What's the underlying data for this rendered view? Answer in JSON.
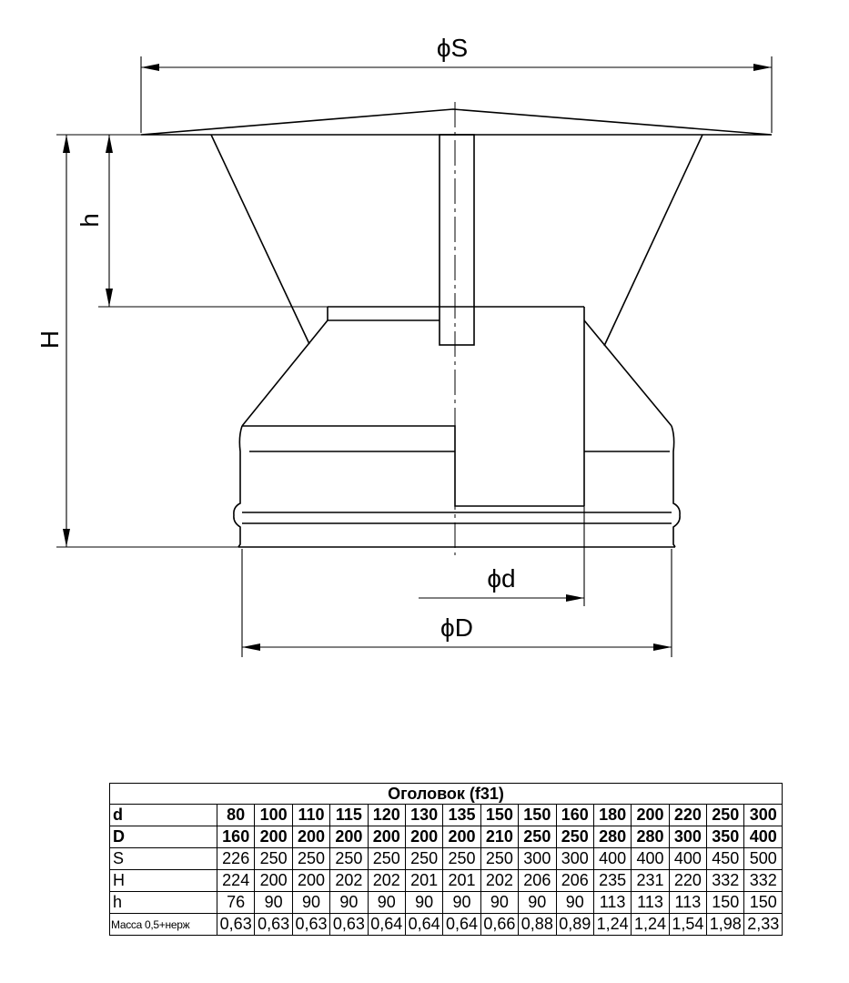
{
  "drawing": {
    "dim_S": "ϕS",
    "dim_H": "H",
    "dim_h": "h",
    "dim_d": "ϕd",
    "dim_D": "ϕD"
  },
  "table": {
    "title": "Оголовок (f31)",
    "rows": [
      {
        "label": "d",
        "bold": true,
        "values": [
          "80",
          "100",
          "110",
          "115",
          "120",
          "130",
          "135",
          "150",
          "150",
          "160",
          "180",
          "200",
          "220",
          "250",
          "300"
        ]
      },
      {
        "label": "D",
        "bold": true,
        "values": [
          "160",
          "200",
          "200",
          "200",
          "200",
          "200",
          "200",
          "210",
          "250",
          "250",
          "280",
          "280",
          "300",
          "350",
          "400"
        ]
      },
      {
        "label": "S",
        "bold": false,
        "values": [
          "226",
          "250",
          "250",
          "250",
          "250",
          "250",
          "250",
          "250",
          "300",
          "300",
          "400",
          "400",
          "400",
          "450",
          "500"
        ]
      },
      {
        "label": "H",
        "bold": false,
        "values": [
          "224",
          "200",
          "200",
          "202",
          "202",
          "201",
          "201",
          "202",
          "206",
          "206",
          "235",
          "231",
          "220",
          "332",
          "332"
        ]
      },
      {
        "label": "h",
        "bold": false,
        "values": [
          "76",
          "90",
          "90",
          "90",
          "90",
          "90",
          "90",
          "90",
          "90",
          "90",
          "113",
          "113",
          "113",
          "150",
          "150"
        ]
      },
      {
        "label": "Масса 0,5+нерж",
        "bold": false,
        "small": true,
        "values": [
          "0,63",
          "0,63",
          "0,63",
          "0,63",
          "0,64",
          "0,64",
          "0,64",
          "0,66",
          "0,88",
          "0,89",
          "1,24",
          "1,24",
          "1,54",
          "1,98",
          "2,33"
        ]
      }
    ]
  }
}
